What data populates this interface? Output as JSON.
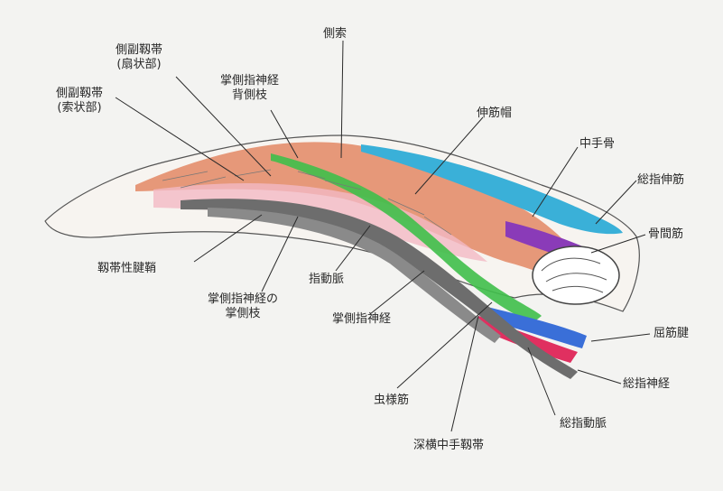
{
  "labels": {
    "collateral_lig_fan": [
      "側副靱帯",
      "(扇状部)"
    ],
    "collateral_lig_cord": [
      "側副靱帯",
      "(索状部)"
    ],
    "palmar_digital_nerve_dorsal_branch": [
      "掌側指神経",
      "背側枝"
    ],
    "lateral_band": "側索",
    "extensor_hood": "伸筋帽",
    "metacarpal": "中手骨",
    "extensor_digitorum": "総指伸筋",
    "interosseous": "骨間筋",
    "ligamentous_tendon_sheath": "靱帯性腱鞘",
    "palmar_digital_nerve_palmar_branch": [
      "掌側指神経の",
      "掌側枝"
    ],
    "digital_artery": "指動脈",
    "palmar_digital_nerve": "掌側指神経",
    "flexor_tendon": "屈筋腱",
    "common_digital_nerve": "総指神経",
    "lumbrical": "虫様筋",
    "common_digital_artery": "総指動脈",
    "deep_transverse_metacarpal_lig": "深横中手靱帯"
  },
  "colors": {
    "background": "#f3f3f1",
    "skin_outline": "#555555",
    "extensor_blue": "#3ab0d8",
    "interosseous_purple": "#8a3bb8",
    "lumbrical_green": "#3fbf4a",
    "artery_red": "#e03060",
    "nerve_gray": "#6d6d6d",
    "hood_orange": "#e07a52",
    "leader_line": "#2a2a2a"
  }
}
